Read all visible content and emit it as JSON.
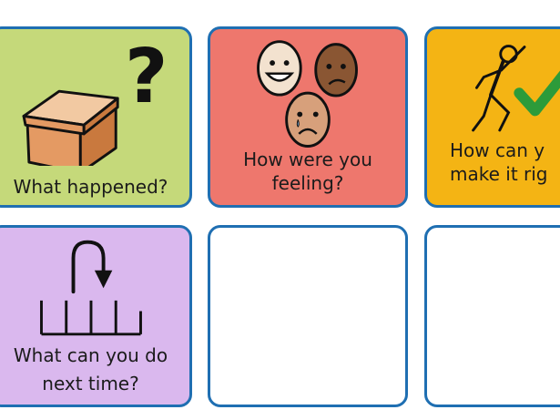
{
  "cards": [
    {
      "label": "What happened?",
      "color": "#c5d97a",
      "icon": "box-question-icon"
    },
    {
      "label": "How were you feeling?",
      "line1": "How were you",
      "line2": "feeling?",
      "color": "#ee776d",
      "icon": "faces-icon"
    },
    {
      "label": "How can you make it right?",
      "line1": "How can y",
      "line2": "make it rig",
      "color": "#f4b414",
      "icon": "person-check-icon"
    },
    {
      "label": "What can you do next time?",
      "line1": "What can you do",
      "line2": "next time?",
      "color": "#dab8ee",
      "icon": "loop-arrow-icon"
    },
    {
      "label": "",
      "color": "#ffffff"
    },
    {
      "label": "",
      "color": "#ffffff"
    }
  ],
  "border_color": "#1f6fb2"
}
